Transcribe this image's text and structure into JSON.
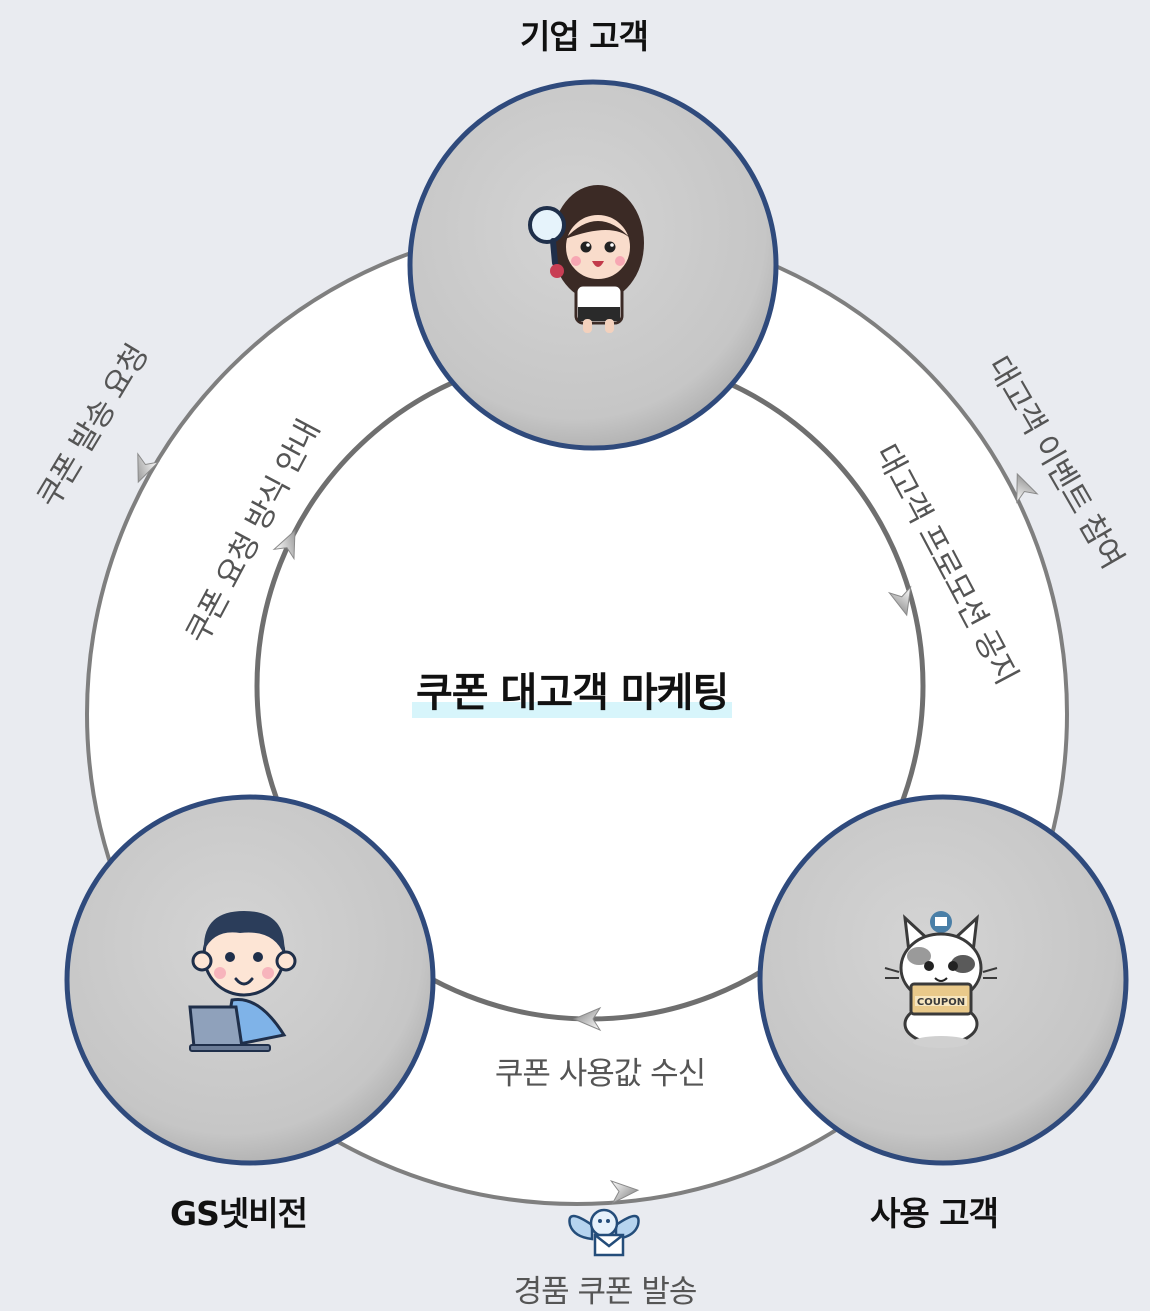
{
  "diagram": {
    "title": "쿠폰 대고객 마케팅",
    "nodes": [
      {
        "id": "enterprise",
        "label": "기업 고객",
        "icon": "businesswoman-magnifier-icon"
      },
      {
        "id": "gsnetvision",
        "label": "GS넷비전",
        "icon": "businessman-laptop-icon"
      },
      {
        "id": "consumer",
        "label": "사용 고객",
        "icon": "cat-coupon-icon"
      }
    ],
    "edges": [
      {
        "id": "outer-left",
        "label": "쿠폰 발송 요청",
        "from": "enterprise",
        "to": "gsnetvision"
      },
      {
        "id": "inner-left",
        "label": "쿠폰 요청 방식 안내",
        "from": "gsnetvision",
        "to": "enterprise"
      },
      {
        "id": "inner-right",
        "label": "대고객 프로모션 공지",
        "from": "enterprise",
        "to": "consumer"
      },
      {
        "id": "outer-right",
        "label": "대고객 이벤트 참여",
        "from": "consumer",
        "to": "enterprise"
      },
      {
        "id": "inner-bottom",
        "label": "쿠폰 사용값 수신",
        "from": "consumer",
        "to": "gsnetvision"
      },
      {
        "id": "outer-bottom",
        "label": "경품 쿠폰 발송",
        "from": "gsnetvision",
        "to": "consumer",
        "icon": "bird-envelope-icon"
      }
    ]
  },
  "colors": {
    "background": "#e9ebf0",
    "node_fill": "#c8c8c8",
    "node_border": "#2f4a7c",
    "ring_stroke": "#7f7f7f"
  }
}
